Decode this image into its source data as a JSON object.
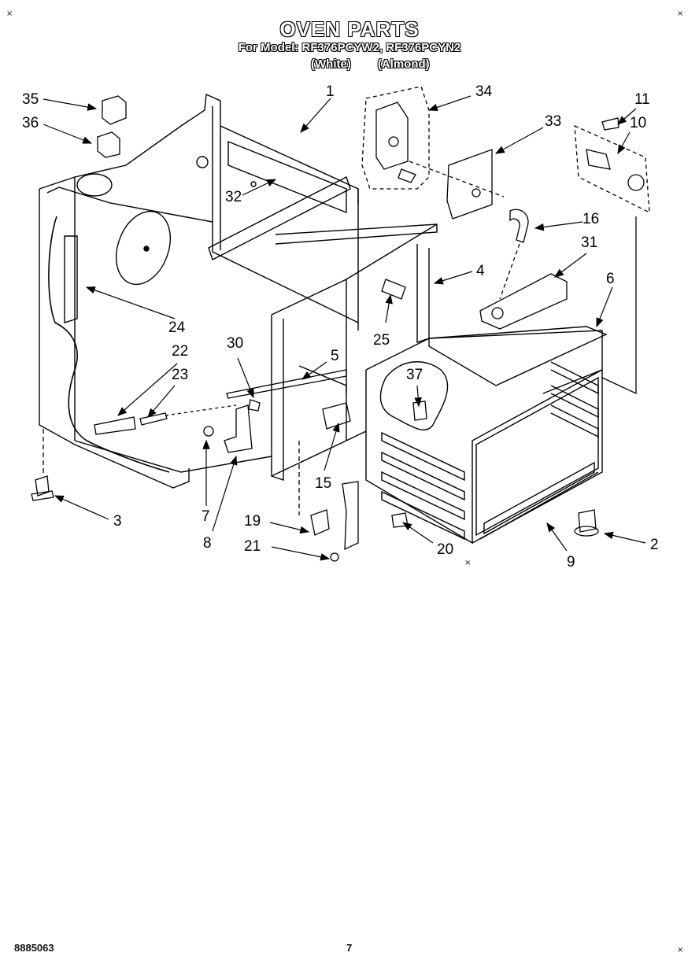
{
  "header": {
    "title": "OVEN PARTS",
    "model_line": "For Model: RF376PCYW2, RF376PCYN2",
    "variant_white": "(White)",
    "variant_almond": "(Almond)"
  },
  "callouts": [
    {
      "num": "1"
    },
    {
      "num": "2"
    },
    {
      "num": "3"
    },
    {
      "num": "4"
    },
    {
      "num": "5"
    },
    {
      "num": "6"
    },
    {
      "num": "7"
    },
    {
      "num": "8"
    },
    {
      "num": "9"
    },
    {
      "num": "10"
    },
    {
      "num": "11"
    },
    {
      "num": "15"
    },
    {
      "num": "16"
    },
    {
      "num": "19"
    },
    {
      "num": "20"
    },
    {
      "num": "21"
    },
    {
      "num": "22"
    },
    {
      "num": "23"
    },
    {
      "num": "24"
    },
    {
      "num": "25"
    },
    {
      "num": "30"
    },
    {
      "num": "31"
    },
    {
      "num": "32"
    },
    {
      "num": "33"
    },
    {
      "num": "34"
    },
    {
      "num": "35"
    },
    {
      "num": "36"
    },
    {
      "num": "37"
    }
  ],
  "footer": {
    "doc_code": "8885063",
    "page_number": "7"
  }
}
